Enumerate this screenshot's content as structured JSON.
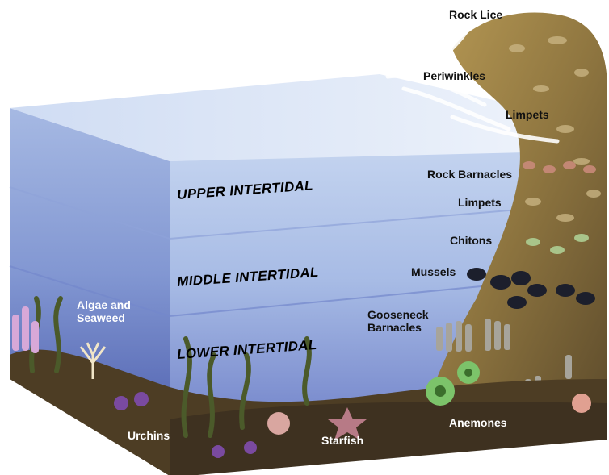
{
  "colors": {
    "water_top": "#dbe6f7",
    "water_upper": "#b7c9ea",
    "water_middle": "#9fb3e0",
    "water_lower": "#7d8fd0",
    "water_deep": "#5261ad",
    "rock_light": "#a98c4c",
    "rock_dark": "#6e5a33",
    "seafloor": "#4a3a22",
    "label_dark": "#111111",
    "label_light": "#ffffff"
  },
  "zones": {
    "upper": "UPPER INTERTIDAL",
    "middle": "MIDDLE INTERTIDAL",
    "lower": "LOWER INTERTIDAL"
  },
  "labels": {
    "rock_lice": "Rock Lice",
    "periwinkles": "Periwinkles",
    "limpets_top": "Limpets",
    "rock_barnacles": "Rock Barnacles",
    "limpets_mid": "Limpets",
    "chitons": "Chitons",
    "mussels": "Mussels",
    "gooseneck_barnacles": "Gooseneck\nBarnacles",
    "algae_seaweed": "Algae and\nSeaweed",
    "urchins": "Urchins",
    "starfish": "Starfish",
    "anemones": "Anemones"
  }
}
